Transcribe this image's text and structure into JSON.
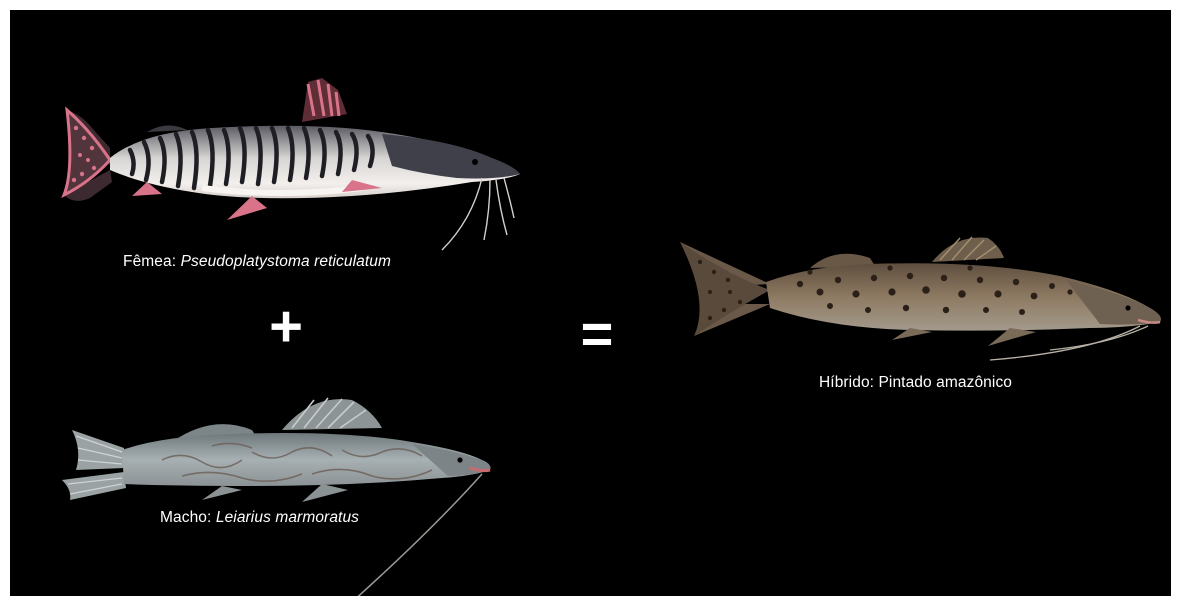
{
  "female": {
    "prefix": "Fêmea: ",
    "species": "Pseudoplatystoma reticulatum"
  },
  "male": {
    "prefix": "Macho: ",
    "species": "Leiarius marmoratus"
  },
  "hybrid": {
    "label": "Híbrido: Pintado amazônico"
  },
  "operators": {
    "plus": "+",
    "equals": "="
  },
  "colors": {
    "background": "#000000",
    "text": "#ffffff",
    "female_body": "#e9e6e3",
    "female_stripes": "#1e1e24",
    "female_fins": "#d9738a",
    "male_body": "#9ea7a9",
    "male_fins": "#c8cccd",
    "hybrid_body": "#7a6650",
    "hybrid_spots": "#2a2018"
  }
}
